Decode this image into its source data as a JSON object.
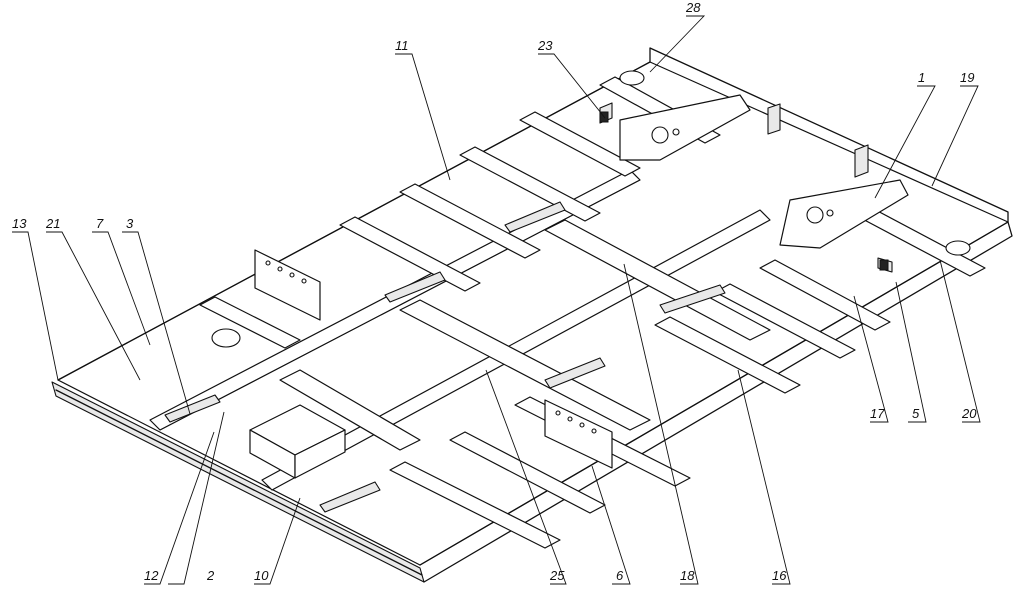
{
  "labels": [
    {
      "key": "l1",
      "text": "1"
    },
    {
      "key": "l2",
      "text": "2"
    },
    {
      "key": "l3",
      "text": "3"
    },
    {
      "key": "l5",
      "text": "5"
    },
    {
      "key": "l6",
      "text": "6"
    },
    {
      "key": "l7",
      "text": "7"
    },
    {
      "key": "l10",
      "text": "10"
    },
    {
      "key": "l11",
      "text": "11"
    },
    {
      "key": "l12",
      "text": "12"
    },
    {
      "key": "l13",
      "text": "13"
    },
    {
      "key": "l16",
      "text": "16"
    },
    {
      "key": "l17",
      "text": "17"
    },
    {
      "key": "l18",
      "text": "18"
    },
    {
      "key": "l19",
      "text": "19"
    },
    {
      "key": "l20",
      "text": "20"
    },
    {
      "key": "l21",
      "text": "21"
    },
    {
      "key": "l23",
      "text": "23"
    },
    {
      "key": "l25",
      "text": "25"
    },
    {
      "key": "l28",
      "text": "28"
    }
  ]
}
